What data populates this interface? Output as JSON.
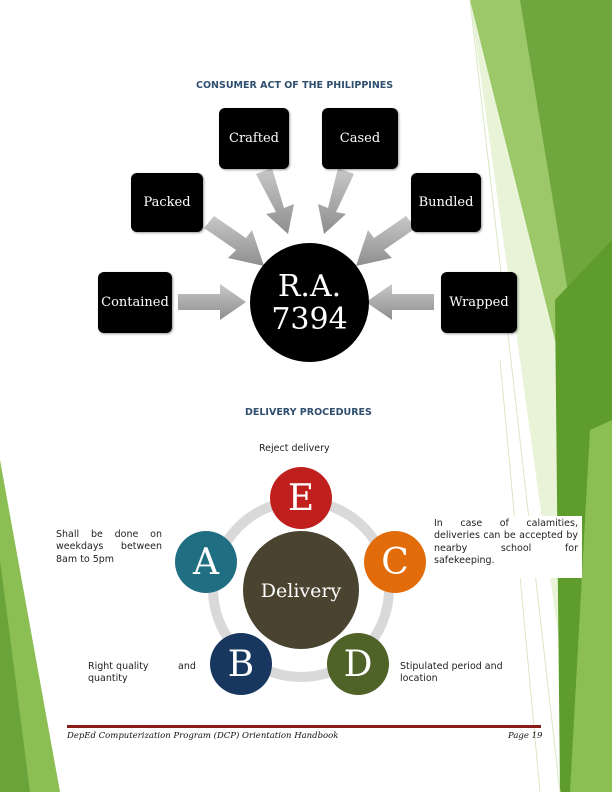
{
  "consumer_act": {
    "title": "CONSUMER ACT OF THE PHILIPPINES",
    "center": {
      "line1": "R.A.",
      "line2": "7394"
    },
    "items": [
      "Crafted",
      "Cased",
      "Packed",
      "Bundled",
      "Contained",
      "Wrapped"
    ]
  },
  "delivery": {
    "title": "DELIVERY PROCEDURES",
    "center": "Delivery",
    "letters": {
      "e": "E",
      "a": "A",
      "c": "C",
      "b": "B",
      "d": "D"
    },
    "notes": {
      "e": "Reject delivery",
      "a": "Shall be done on weekdays between 8am to 5pm",
      "c": "In case of calamities, deliveries can be accepted by nearby school for safekeeping.",
      "b_left": "Right quality quantity",
      "b_right": "and",
      "d": "Stipulated period and location"
    }
  },
  "footer": {
    "left": "DepEd Computerization Program (DCP) Orientation Handbook",
    "right": "Page 19"
  },
  "colors": {
    "green_dark": "#5e9c2c",
    "green_light": "#b7d98a",
    "e": "#c0201d",
    "a": "#1f6e82",
    "c": "#e36c0a",
    "b": "#17375e",
    "d": "#4f6228",
    "delivery_hub": "#4a432f",
    "footer_rule": "#8b1c1c"
  }
}
